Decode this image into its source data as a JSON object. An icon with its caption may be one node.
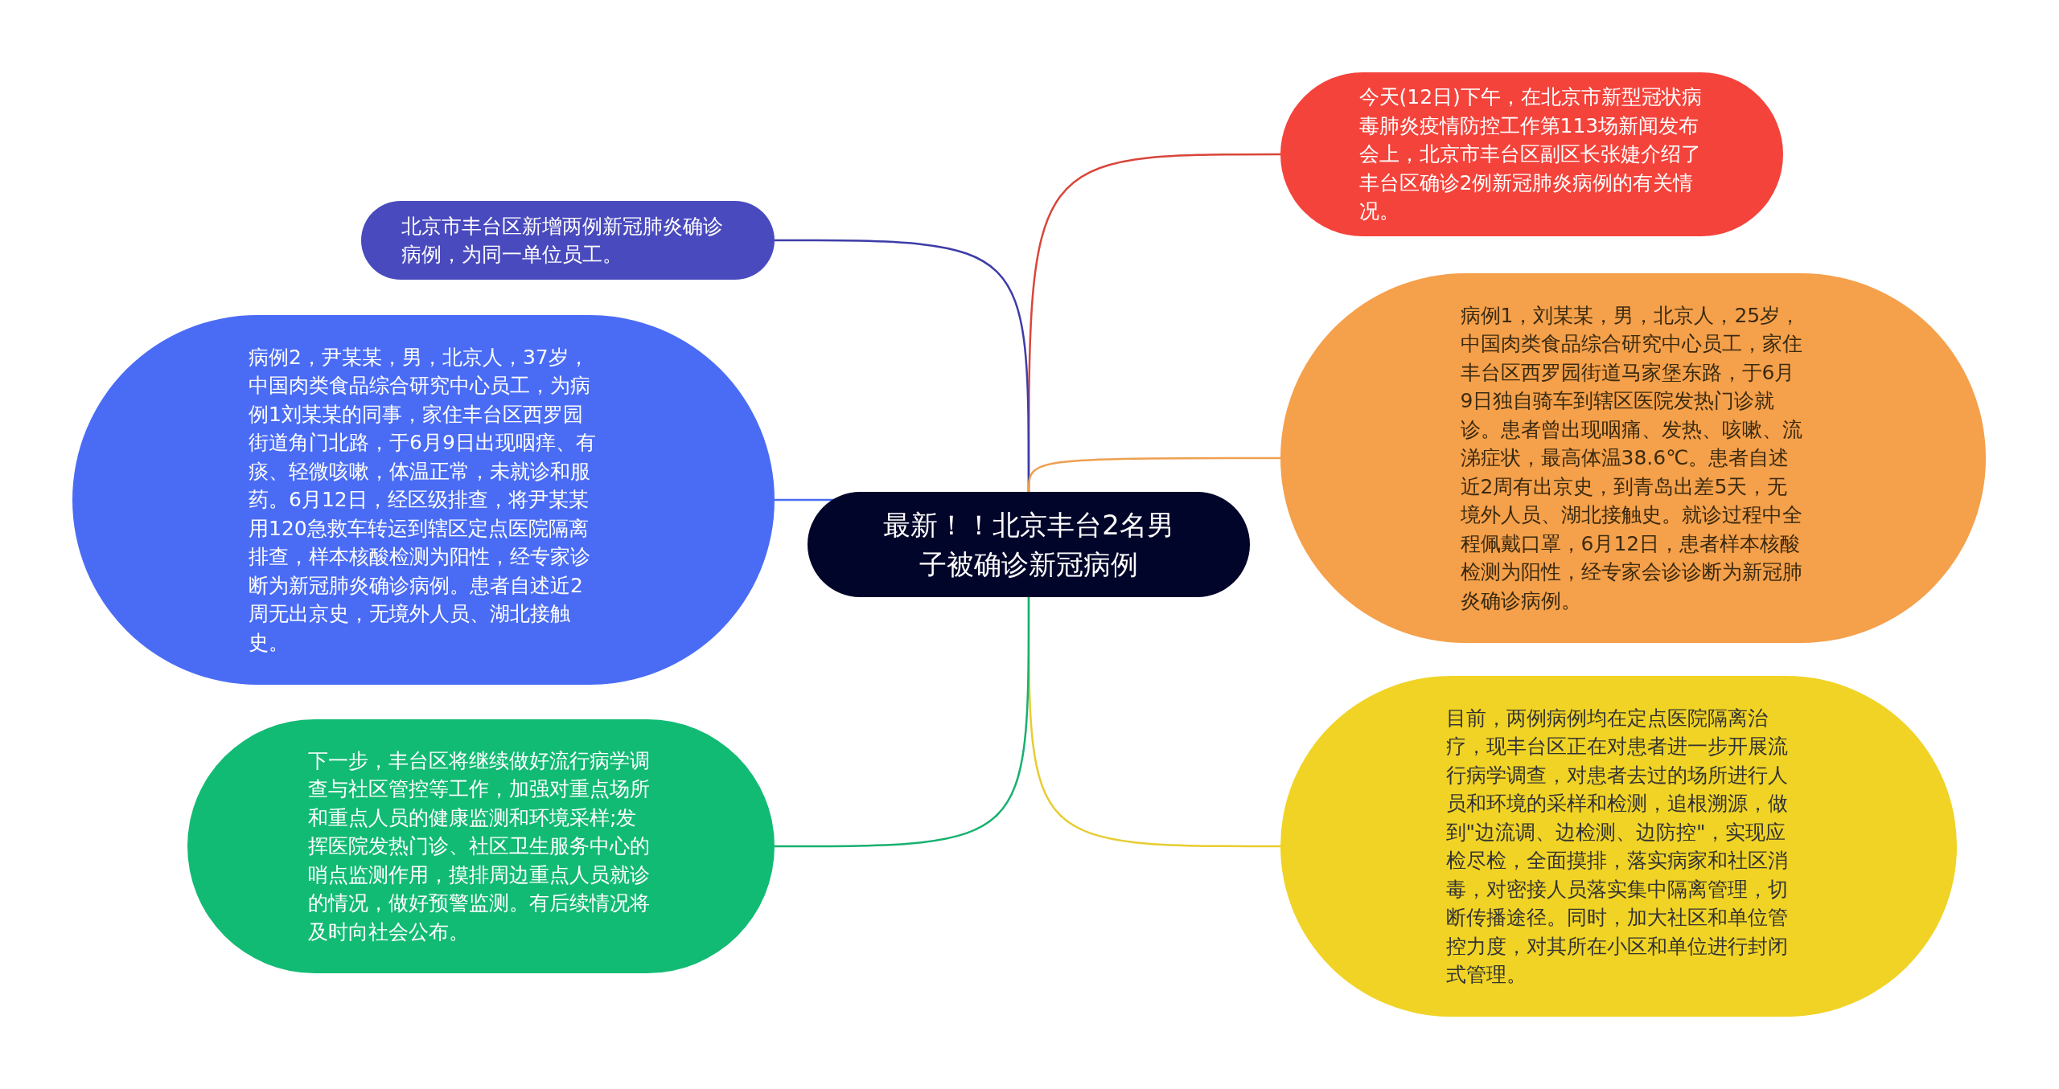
{
  "diagram": {
    "nodes": [
      {
        "text": [
          "最新！！北京丰台2名男子被确诊新冠病例"
        ]
      },
      {
        "text": [
          "今天(12日)下午，在北京市新型冠状病毒肺炎疫情防控工作第113场新闻发布会上，北京市丰台区副区长张婕介绍了丰台区确诊2例新冠肺炎病例的有关情况。"
        ]
      },
      {
        "text": [
          "北京市丰台区新增两例新冠肺炎确诊病例，为同一单位员工。"
        ]
      },
      {
        "text": [
          "病例1，刘某某，男，北京人，25岁，中国肉类食品综合研究中心员工，家住丰台区西罗园街道马家堡东路，于6月9日独自骑车到辖区医院发热门诊就诊。患者曾出现咽痛、发热、咳嗽、流涕症状，最高体温38.6℃。患者自述近2周有出京史，到青岛出差5天，无境外人员、湖北接触史。就诊过程中全程佩戴口罩，6月12日，患者样本核酸检测为阳性，经专家会诊诊断为新冠肺炎确诊病例。"
        ]
      },
      {
        "text": [
          "病例2，尹某某，男，北京人，37岁，中国肉类食品综合研究中心员工，为病例1刘某某的同事，家住丰台区西罗园街道角门北路，于6月9日出现咽痒、有痰、轻微咳嗽，体温正常，未就诊和服药。6月12日，经区级排查，将尹某某用120急救车转运到辖区定点医院隔离排查，样本核酸检测为阳性，经专家诊断为新冠肺炎确诊病例。患者自述近2周无出京史，无境外人员、湖北接触史。"
        ]
      },
      {
        "text": [
          "目前，两例病例均在定点医院隔离治疗，现丰台区正在对患者进一步开展流行病学调查，对患者去过的场所进行人员和环境的采样和检测，追根溯源，做到\"边流调、边检测、边防控\"，实现应检尽检，全面摸排，落实病家和社区消毒，对密接人员落实集中隔离管理，切断传播途径。同时，加大社区和单位管控力度，对其所在小区和单位进行封闭式管理。"
        ]
      },
      {
        "text": [
          "下一步，丰台区将继续做好流行病学调查与社区管控等工作，加强对重点场所和重点人员的健康监测和环境采样;发挥医院发热门诊、社区卫生服务中心的哨点监测作用，摸排周边重点人员就诊的情况，做好预警监测。有后续情况将及时向社会公布。"
        ]
      }
    ],
    "edges": [
      {
        "from": 0,
        "to": 1,
        "arrow": "none",
        "color": "#d9453a"
      },
      {
        "from": 0,
        "to": 2,
        "arrow": "none",
        "color": "#3d3da8"
      },
      {
        "from": 0,
        "to": 3,
        "arrow": "none",
        "color": "#eea050"
      },
      {
        "from": 0,
        "to": 4,
        "arrow": "none",
        "color": "#4a6cf0"
      },
      {
        "from": 0,
        "to": 5,
        "arrow": "none",
        "color": "#e8cc30"
      },
      {
        "from": 0,
        "to": 6,
        "arrow": "none",
        "color": "#18b070"
      }
    ]
  }
}
